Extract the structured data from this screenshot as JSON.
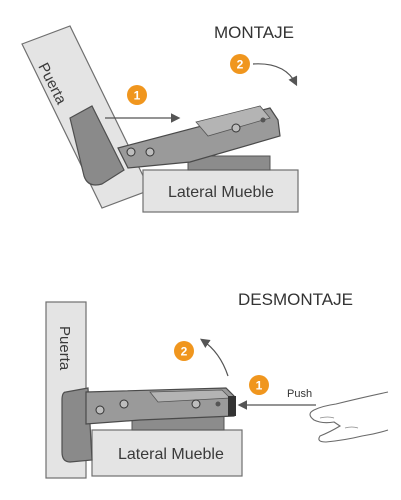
{
  "section_top": {
    "title": "MONTAJE",
    "door_label": "Puerta",
    "cabinet_label": "Lateral Mueble",
    "step1": "1",
    "step2": "2"
  },
  "section_bottom": {
    "title": "DESMONTAJE",
    "door_label": "Puerta",
    "cabinet_label": "Lateral Mueble",
    "step1": "1",
    "step2": "2",
    "push_label": "Push"
  },
  "colors": {
    "step_badge": "#f0961e",
    "panel_fill": "#e4e4e4",
    "panel_stroke": "#6f6f6f",
    "hinge_fill": "#9a9a9a",
    "hinge_dark": "#6b6b6b",
    "arrow": "#555555"
  }
}
